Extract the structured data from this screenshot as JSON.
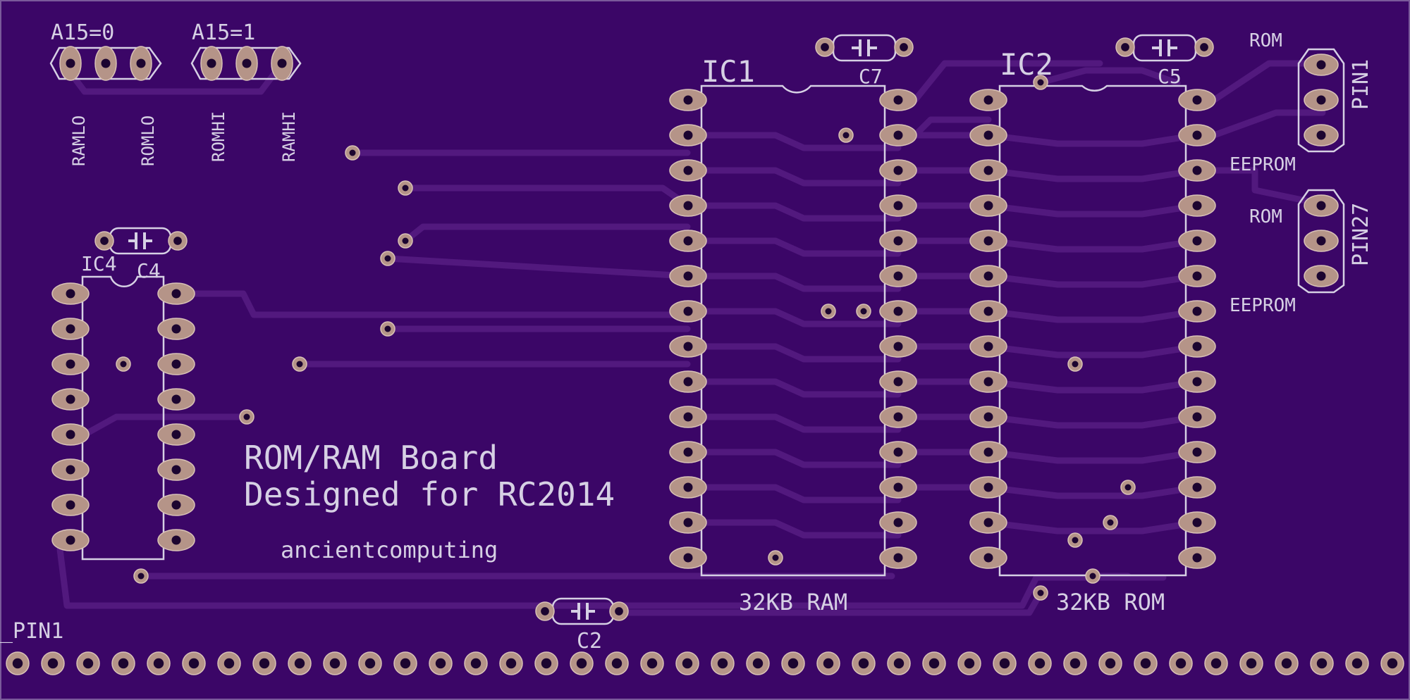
{
  "board": {
    "title_line1": "ROM/RAM Board",
    "title_line2": "Designed for RC2014",
    "author": "ancientcomputing",
    "colors": {
      "board": "#3b0667",
      "trace": "#52197e",
      "pad": "#b59488",
      "pad_edge": "#d9c2b6",
      "drill": "#1c0530",
      "silk": "#d6d0e4"
    }
  },
  "jumpers": {
    "a15_0": {
      "label": "A15=0",
      "left_label": "RAMLO",
      "right_label": "ROMLO"
    },
    "a15_1": {
      "label": "A15=1",
      "left_label": "ROMHI",
      "right_label": "RAMHI"
    }
  },
  "pin_selectors": {
    "pin1": {
      "label": "PIN1",
      "top_label": "ROM",
      "bottom_label": "EEPROM"
    },
    "pin27": {
      "label": "PIN27",
      "top_label": "ROM",
      "bottom_label": "EEPROM"
    }
  },
  "chips": {
    "ic1": {
      "ref": "IC1",
      "caption": "32KB RAM",
      "pins": 28
    },
    "ic2": {
      "ref": "IC2",
      "caption": "32KB ROM",
      "pins": 28
    },
    "ic4": {
      "ref": "IC4",
      "pins": 16
    }
  },
  "capacitors": {
    "c7": "C7",
    "c5": "C5",
    "c4": "C4",
    "c2": "C2"
  },
  "header": {
    "label": "_PIN1",
    "pins": 40
  }
}
